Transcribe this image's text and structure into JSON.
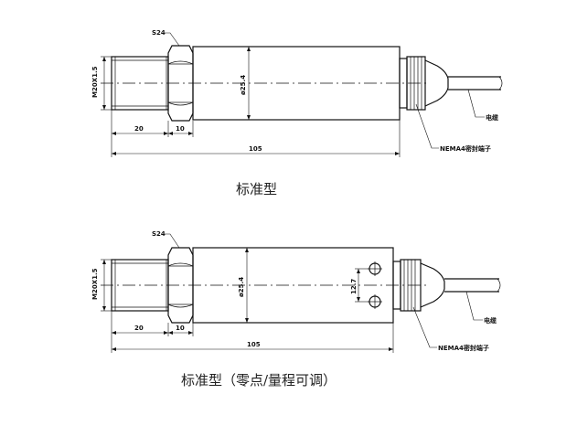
{
  "diagram_top": {
    "hex_label": "S24",
    "thread_label": "M20X1.5",
    "dim_thread": "20",
    "dim_hex": "10",
    "dim_total": "105",
    "dim_diameter": "ø25.4",
    "nema_label": "NEMA4密封端子",
    "cable_label": "电缆",
    "caption": "标准型"
  },
  "diagram_bottom": {
    "hex_label": "S24",
    "thread_label": "M20X1.5",
    "dim_thread": "20",
    "dim_hex": "10",
    "dim_total": "105",
    "dim_diameter": "ø25.4",
    "dim_holes": "12.7",
    "nema_label": "NEMA4密封端子",
    "cable_label": "电缆",
    "caption": "标准型（零点/量程可调）"
  }
}
